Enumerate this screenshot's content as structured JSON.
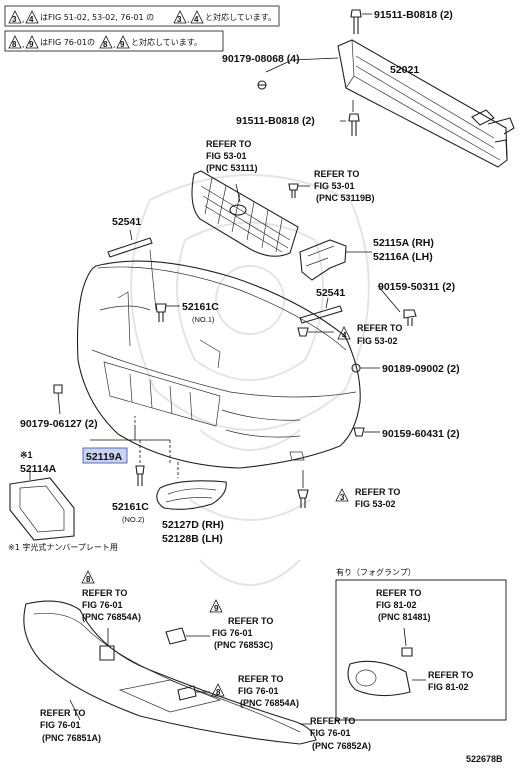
{
  "notes": [
    {
      "tri_a": "3",
      "tri_b": "4",
      "text": "はFIG 51-02, 53-02, 76-01 の",
      "tri_c": "3",
      "tri_d": "4",
      "suffix": "と対応しています。"
    },
    {
      "tri_a": "8",
      "tri_b": "9",
      "text": "はFIG 76-01の",
      "tri_c": "8",
      "tri_d": "9",
      "suffix": "と対応しています。"
    }
  ],
  "parts": {
    "p91511_top": "91511-B0818 (2)",
    "p90179_08068": "90179-08068 (4)",
    "p52021": "52021",
    "p91511_bottom": "91511-B0818 (2)",
    "p52541_left": "52541",
    "p52541_right": "52541",
    "p52115a": "52115A (RH)",
    "p52116a": "52116A (LH)",
    "p90159_50311": "90159-50311 (2)",
    "p52161c_no1": "52161C",
    "no1": "(NO.1)",
    "p90189_09002": "90189-09002 (2)",
    "p90179_06127": "90179-06127 (2)",
    "p52119a": "52119A",
    "p52114a": "52114A",
    "star1": "※1",
    "p90159_60431": "90159-60431 (2)",
    "p52161c_no2": "52161C",
    "no2": "(NO.2)",
    "p52127d": "52127D (RH)",
    "p52128b": "52128B (LH)",
    "footnote": "※1 字光式ナンバープレート用",
    "fog_title": "有り（フォグランプ）",
    "diagram_id": "522678B"
  },
  "refs": [
    {
      "l1": "REFER TO",
      "l2": "FIG 53-01",
      "l3": "(PNC 53111)"
    },
    {
      "l1": "REFER TO",
      "l2": "FIG 53-01",
      "l3": "(PNC 53119B)"
    },
    {
      "tri": "4",
      "l1": "REFER TO",
      "l2": "FIG 53-02"
    },
    {
      "tri": "3",
      "l1": "REFER TO",
      "l2": "FIG 53-02"
    },
    {
      "tri": "8",
      "l1": "REFER TO",
      "l2": "FIG 76-01",
      "l3": "(PNC 76854A)"
    },
    {
      "tri": "9",
      "l1": "REFER TO",
      "l2": "FIG 76-01",
      "l3": "(PNC 76853C)"
    },
    {
      "tri": "8",
      "l1": "REFER TO",
      "l2": "FIG 76-01",
      "l3": "(PNC 76854A)"
    },
    {
      "l1": "REFER TO",
      "l2": "FIG 76-01",
      "l3": "(PNC 76851A)"
    },
    {
      "l1": "REFER TO",
      "l2": "FIG 76-01",
      "l3": "(PNC 76852A)"
    },
    {
      "l1": "REFER TO",
      "l2": "FIG 81-02",
      "l3": "(PNC 81481)"
    },
    {
      "l1": "REFER TO",
      "l2": "FIG 81-02"
    }
  ]
}
